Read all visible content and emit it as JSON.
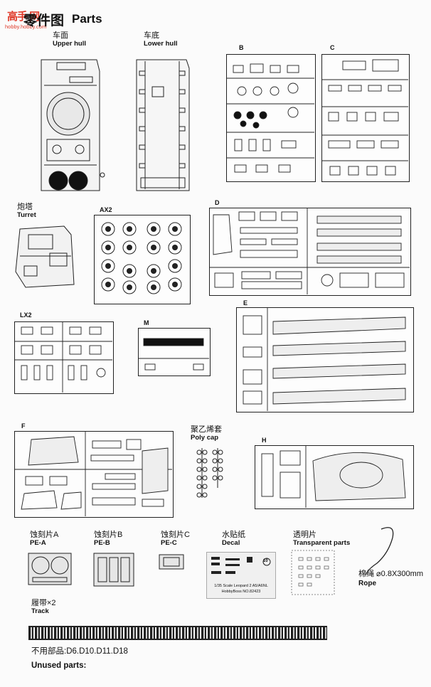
{
  "logo": {
    "text": "高手 网",
    "url": "hobby.hobby.com"
  },
  "header": {
    "title_zh": "零件图",
    "title_en": "Parts"
  },
  "parts": {
    "upper_hull": {
      "zh": "车面",
      "en": "Upper hull"
    },
    "lower_hull": {
      "zh": "车底",
      "en": "Lower hull"
    },
    "turret": {
      "zh": "炮塔",
      "en": "Turret"
    },
    "poly_cap": {
      "zh": "聚乙烯套",
      "en": "Poly cap"
    },
    "pe_a": {
      "zh": "蚀刻片A",
      "en": "PE-A"
    },
    "pe_b": {
      "zh": "蚀刻片B",
      "en": "PE-B"
    },
    "pe_c": {
      "zh": "蚀刻片C",
      "en": "PE-C"
    },
    "decal": {
      "zh": "水贴纸",
      "en": "Decal",
      "caption1": "1/35 Scale Leopard 2 A5/A6NL",
      "caption2": "HobbyBoss NO.82423",
      "badge": "10"
    },
    "clear": {
      "zh": "透明片",
      "en": "Transparent parts"
    },
    "rope": {
      "zh": "棉绳 ⌀0.8X300mm",
      "en": "Rope"
    },
    "track": {
      "zh": "履带×2",
      "en": "Track"
    }
  },
  "sprues": {
    "B": "B",
    "C": "C",
    "D": "D",
    "E": "E",
    "F": "F",
    "H": "H",
    "M": "M",
    "AX2": "AX2",
    "LX2": "LX2"
  },
  "unused": {
    "zh_label": "不用部品:",
    "parts": "D6.D10.D11.D18",
    "en_label": "Unused parts:"
  }
}
